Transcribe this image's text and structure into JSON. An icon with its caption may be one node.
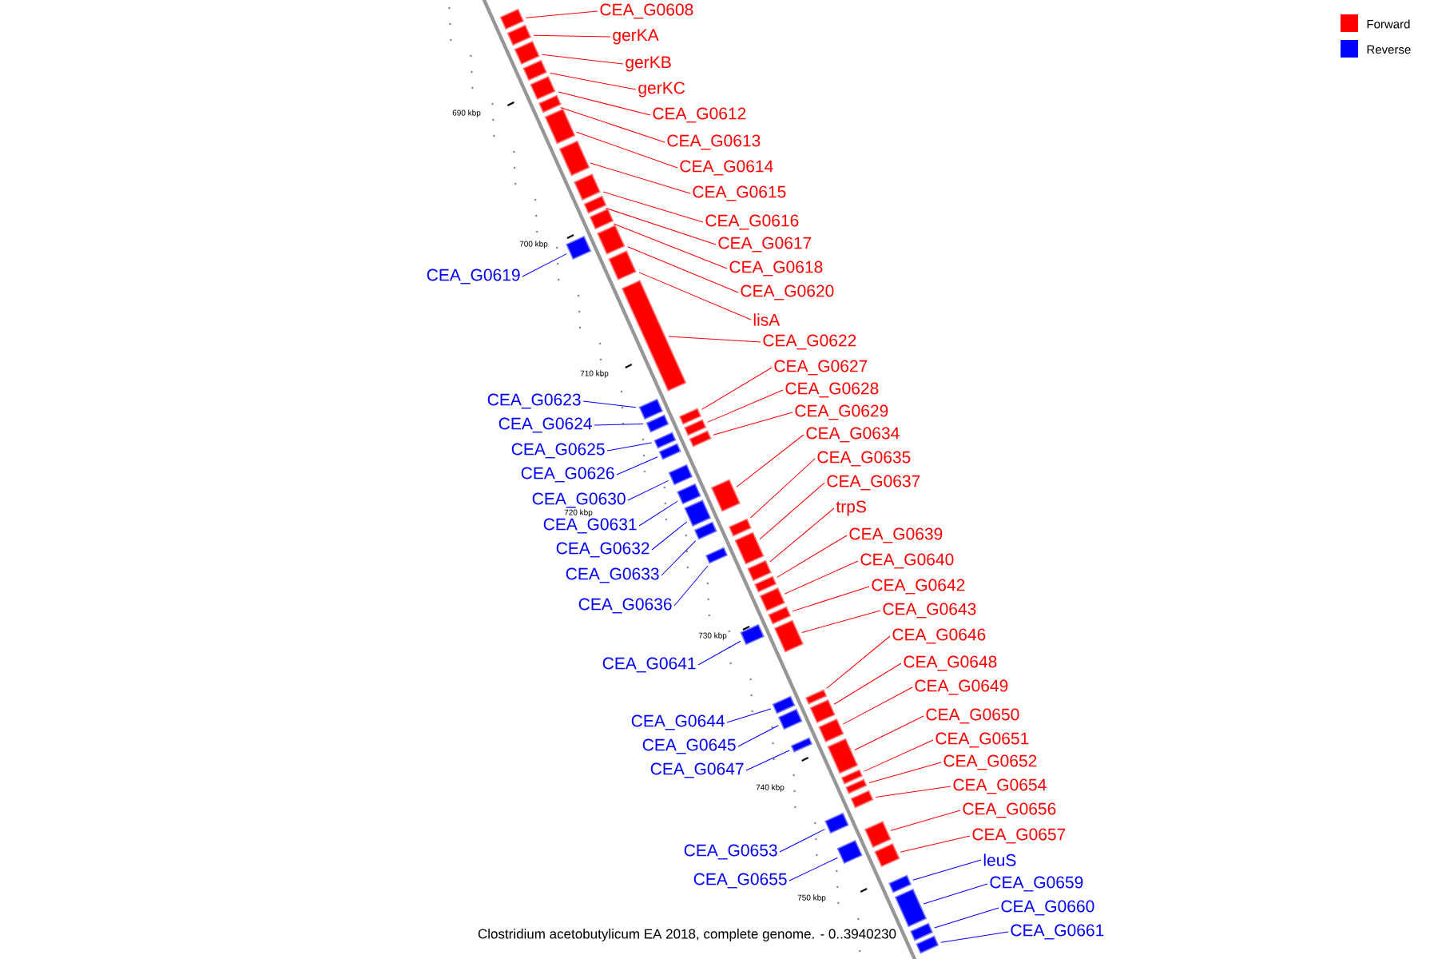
{
  "diagram": {
    "caption": "Clostridium acetobutylicum EA 2018, complete genome. - 0..3940230",
    "nodes": [
      {
        "text": [
          "CEA_G0608"
        ]
      },
      {
        "text": [
          "gerKA"
        ]
      },
      {
        "text": [
          "gerKB"
        ]
      },
      {
        "text": [
          "gerKC"
        ]
      },
      {
        "text": [
          "CEA_G0612"
        ]
      },
      {
        "text": [
          "CEA_G0613"
        ]
      },
      {
        "text": [
          "CEA_G0614"
        ]
      },
      {
        "text": [
          "CEA_G0615"
        ]
      },
      {
        "text": [
          "CEA_G0616"
        ]
      },
      {
        "text": [
          "CEA_G0617"
        ]
      },
      {
        "text": [
          "CEA_G0618"
        ]
      },
      {
        "text": [
          "CEA_G0619"
        ]
      },
      {
        "text": [
          "CEA_G0620"
        ]
      },
      {
        "text": [
          "lisA"
        ]
      },
      {
        "text": [
          "CEA_G0622"
        ]
      },
      {
        "text": [
          "CEA_G0627"
        ]
      },
      {
        "text": [
          "CEA_G0628"
        ]
      },
      {
        "text": [
          "CEA_G0623"
        ]
      },
      {
        "text": [
          "CEA_G0629"
        ]
      },
      {
        "text": [
          "CEA_G0624"
        ]
      },
      {
        "text": [
          "CEA_G0634"
        ]
      },
      {
        "text": [
          "CEA_G0625"
        ]
      },
      {
        "text": [
          "CEA_G0635"
        ]
      },
      {
        "text": [
          "CEA_G0626"
        ]
      },
      {
        "text": [
          "CEA_G0637"
        ]
      },
      {
        "text": [
          "CEA_G0630"
        ]
      },
      {
        "text": [
          "trpS"
        ]
      },
      {
        "text": [
          "CEA_G0631"
        ]
      },
      {
        "text": [
          "CEA_G0639"
        ]
      },
      {
        "text": [
          "CEA_G0632"
        ]
      },
      {
        "text": [
          "CEA_G0640"
        ]
      },
      {
        "text": [
          "CEA_G0633"
        ]
      },
      {
        "text": [
          "CEA_G0642"
        ]
      },
      {
        "text": [
          "CEA_G0636"
        ]
      },
      {
        "text": [
          "CEA_G0643"
        ]
      },
      {
        "text": [
          "CEA_G0646"
        ]
      },
      {
        "text": [
          "CEA_G0648"
        ]
      },
      {
        "text": [
          "CEA_G0641"
        ]
      },
      {
        "text": [
          "CEA_G0649"
        ]
      },
      {
        "text": [
          "CEA_G0650"
        ]
      },
      {
        "text": [
          "CEA_G0644"
        ]
      },
      {
        "text": [
          "CEA_G0651"
        ]
      },
      {
        "text": [
          "CEA_G0645"
        ]
      },
      {
        "text": [
          "CEA_G0652"
        ]
      },
      {
        "text": [
          "CEA_G0647"
        ]
      },
      {
        "text": [
          "CEA_G0654"
        ]
      },
      {
        "text": [
          "CEA_G0656"
        ]
      },
      {
        "text": [
          "CEA_G0657"
        ]
      },
      {
        "text": [
          "CEA_G0653"
        ]
      },
      {
        "text": [
          "leuS"
        ]
      },
      {
        "text": [
          "CEA_G0655"
        ]
      },
      {
        "text": [
          "CEA_G0659"
        ]
      },
      {
        "text": [
          "CEA_G0660"
        ]
      },
      {
        "text": [
          "CEA_G0661"
        ]
      },
      {
        "text": [],
        "shape": "bar"
      },
      {
        "text": [],
        "shape": "bar"
      },
      {
        "text": [],
        "shape": "bar"
      },
      {
        "text": [],
        "shape": "bar"
      },
      {
        "text": [],
        "shape": "bar"
      },
      {
        "text": [],
        "shape": "bar"
      },
      {
        "text": [],
        "shape": "bar"
      },
      {
        "text": [],
        "shape": "bar"
      },
      {
        "text": [],
        "shape": "bar"
      },
      {
        "text": [],
        "shape": "bar"
      },
      {
        "text": [],
        "shape": "bar"
      },
      {
        "text": [],
        "shape": "bar"
      },
      {
        "text": [],
        "shape": "bar"
      },
      {
        "text": [],
        "shape": "bar"
      },
      {
        "text": [],
        "shape": "bar"
      },
      {
        "text": [],
        "shape": "bar"
      },
      {
        "text": [],
        "shape": "bar"
      },
      {
        "text": [],
        "shape": "bar"
      },
      {
        "text": [],
        "shape": "bar"
      },
      {
        "text": [],
        "shape": "bar"
      },
      {
        "text": [],
        "shape": "bar"
      },
      {
        "text": [],
        "shape": "bar"
      },
      {
        "text": [],
        "shape": "bar"
      },
      {
        "text": [],
        "shape": "bar"
      },
      {
        "text": [],
        "shape": "bar"
      },
      {
        "text": [],
        "shape": "bar"
      },
      {
        "text": [],
        "shape": "bar"
      },
      {
        "text": [],
        "shape": "bar"
      },
      {
        "text": [],
        "shape": "bar"
      },
      {
        "text": [],
        "shape": "bar"
      },
      {
        "text": [],
        "shape": "bar"
      },
      {
        "text": [],
        "shape": "bar"
      },
      {
        "text": [],
        "shape": "bar"
      },
      {
        "text": [],
        "shape": "bar"
      },
      {
        "text": [],
        "shape": "bar"
      },
      {
        "text": [],
        "shape": "bar"
      },
      {
        "text": [],
        "shape": "bar"
      },
      {
        "text": [],
        "shape": "bar"
      },
      {
        "text": [],
        "shape": "bar"
      },
      {
        "text": [],
        "shape": "bar"
      },
      {
        "text": [],
        "shape": "bar"
      },
      {
        "text": [],
        "shape": "bar"
      },
      {
        "text": [],
        "shape": "bar"
      },
      {
        "text": [],
        "shape": "bar"
      },
      {
        "text": [],
        "shape": "bar"
      },
      {
        "text": [],
        "shape": "bar"
      },
      {
        "text": [],
        "shape": "bar"
      },
      {
        "text": [],
        "shape": "bar"
      },
      {
        "text": [],
        "shape": "bar"
      },
      {
        "text": [],
        "shape": "bar"
      },
      {
        "text": [],
        "shape": "bar"
      },
      {
        "text": [],
        "shape": "bar"
      },
      {
        "text": [],
        "shape": "bar"
      },
      {
        "text": [],
        "shape": "bar"
      }
    ],
    "edges": [
      {
        "from": 0,
        "to": 54,
        "arrow": "none"
      },
      {
        "from": 1,
        "to": 55,
        "arrow": "none"
      },
      {
        "from": 2,
        "to": 56,
        "arrow": "none"
      },
      {
        "from": 3,
        "to": 57,
        "arrow": "none"
      },
      {
        "from": 4,
        "to": 58,
        "arrow": "none"
      },
      {
        "from": 5,
        "to": 59,
        "arrow": "none"
      },
      {
        "from": 6,
        "to": 60,
        "arrow": "none"
      },
      {
        "from": 7,
        "to": 61,
        "arrow": "none"
      },
      {
        "from": 8,
        "to": 62,
        "arrow": "none"
      },
      {
        "from": 9,
        "to": 63,
        "arrow": "none"
      },
      {
        "from": 10,
        "to": 64,
        "arrow": "none"
      },
      {
        "from": 11,
        "to": 65,
        "arrow": "none",
        "color": "#0000ff"
      },
      {
        "from": 12,
        "to": 66,
        "arrow": "none"
      },
      {
        "from": 13,
        "to": 67,
        "arrow": "none"
      },
      {
        "from": 14,
        "to": 68,
        "arrow": "none"
      },
      {
        "from": 15,
        "to": 69,
        "arrow": "none"
      },
      {
        "from": 16,
        "to": 70,
        "arrow": "none"
      },
      {
        "from": 17,
        "to": 71,
        "arrow": "none",
        "color": "#0000ff"
      },
      {
        "from": 18,
        "to": 72,
        "arrow": "none"
      },
      {
        "from": 19,
        "to": 73,
        "arrow": "none",
        "color": "#0000ff"
      },
      {
        "from": 20,
        "to": 74,
        "arrow": "none"
      },
      {
        "from": 21,
        "to": 75,
        "arrow": "none",
        "color": "#0000ff"
      },
      {
        "from": 22,
        "to": 76,
        "arrow": "none"
      },
      {
        "from": 23,
        "to": 77,
        "arrow": "none",
        "color": "#0000ff"
      },
      {
        "from": 24,
        "to": 78,
        "arrow": "none"
      },
      {
        "from": 25,
        "to": 79,
        "arrow": "none",
        "color": "#0000ff"
      },
      {
        "from": 26,
        "to": 80,
        "arrow": "none"
      },
      {
        "from": 27,
        "to": 81,
        "arrow": "none",
        "color": "#0000ff"
      },
      {
        "from": 28,
        "to": 82,
        "arrow": "none"
      },
      {
        "from": 29,
        "to": 83,
        "arrow": "none",
        "color": "#0000ff"
      },
      {
        "from": 30,
        "to": 84,
        "arrow": "none"
      },
      {
        "from": 31,
        "to": 85,
        "arrow": "none",
        "color": "#0000ff"
      },
      {
        "from": 32,
        "to": 86,
        "arrow": "none"
      },
      {
        "from": 33,
        "to": 87,
        "arrow": "none",
        "color": "#0000ff"
      },
      {
        "from": 34,
        "to": 88,
        "arrow": "none"
      },
      {
        "from": 35,
        "to": 89,
        "arrow": "none"
      },
      {
        "from": 36,
        "to": 90,
        "arrow": "none"
      },
      {
        "from": 37,
        "to": 91,
        "arrow": "none",
        "color": "#0000ff"
      },
      {
        "from": 38,
        "to": 92,
        "arrow": "none"
      },
      {
        "from": 39,
        "to": 93,
        "arrow": "none"
      },
      {
        "from": 40,
        "to": 94,
        "arrow": "none",
        "color": "#0000ff"
      },
      {
        "from": 41,
        "to": 95,
        "arrow": "none"
      },
      {
        "from": 42,
        "to": 96,
        "arrow": "none",
        "color": "#0000ff"
      },
      {
        "from": 43,
        "to": 97,
        "arrow": "none"
      },
      {
        "from": 44,
        "to": 98,
        "arrow": "none",
        "color": "#0000ff"
      },
      {
        "from": 45,
        "to": 99,
        "arrow": "none"
      },
      {
        "from": 46,
        "to": 100,
        "arrow": "none"
      },
      {
        "from": 47,
        "to": 101,
        "arrow": "none"
      },
      {
        "from": 48,
        "to": 102,
        "arrow": "none",
        "color": "#0000ff"
      },
      {
        "from": 49,
        "to": 103,
        "arrow": "none",
        "color": "#0000ff"
      },
      {
        "from": 50,
        "to": 104,
        "arrow": "none",
        "color": "#0000ff"
      },
      {
        "from": 51,
        "to": 105,
        "arrow": "none",
        "color": "#0000ff"
      },
      {
        "from": 52,
        "to": 106,
        "arrow": "none",
        "color": "#0000ff"
      },
      {
        "from": 53,
        "to": 107,
        "arrow": "none",
        "color": "#0000ff"
      }
    ],
    "labels": [
      "690 kbp",
      "700 kbp",
      "710 kbp",
      "720 kbp",
      "730 kbp",
      "740 kbp",
      "750 kbp"
    ],
    "legend": [
      {
        "text": "Forward",
        "color": "#ff0000"
      },
      {
        "text": "Reverse",
        "color": "#0000ff"
      }
    ]
  }
}
